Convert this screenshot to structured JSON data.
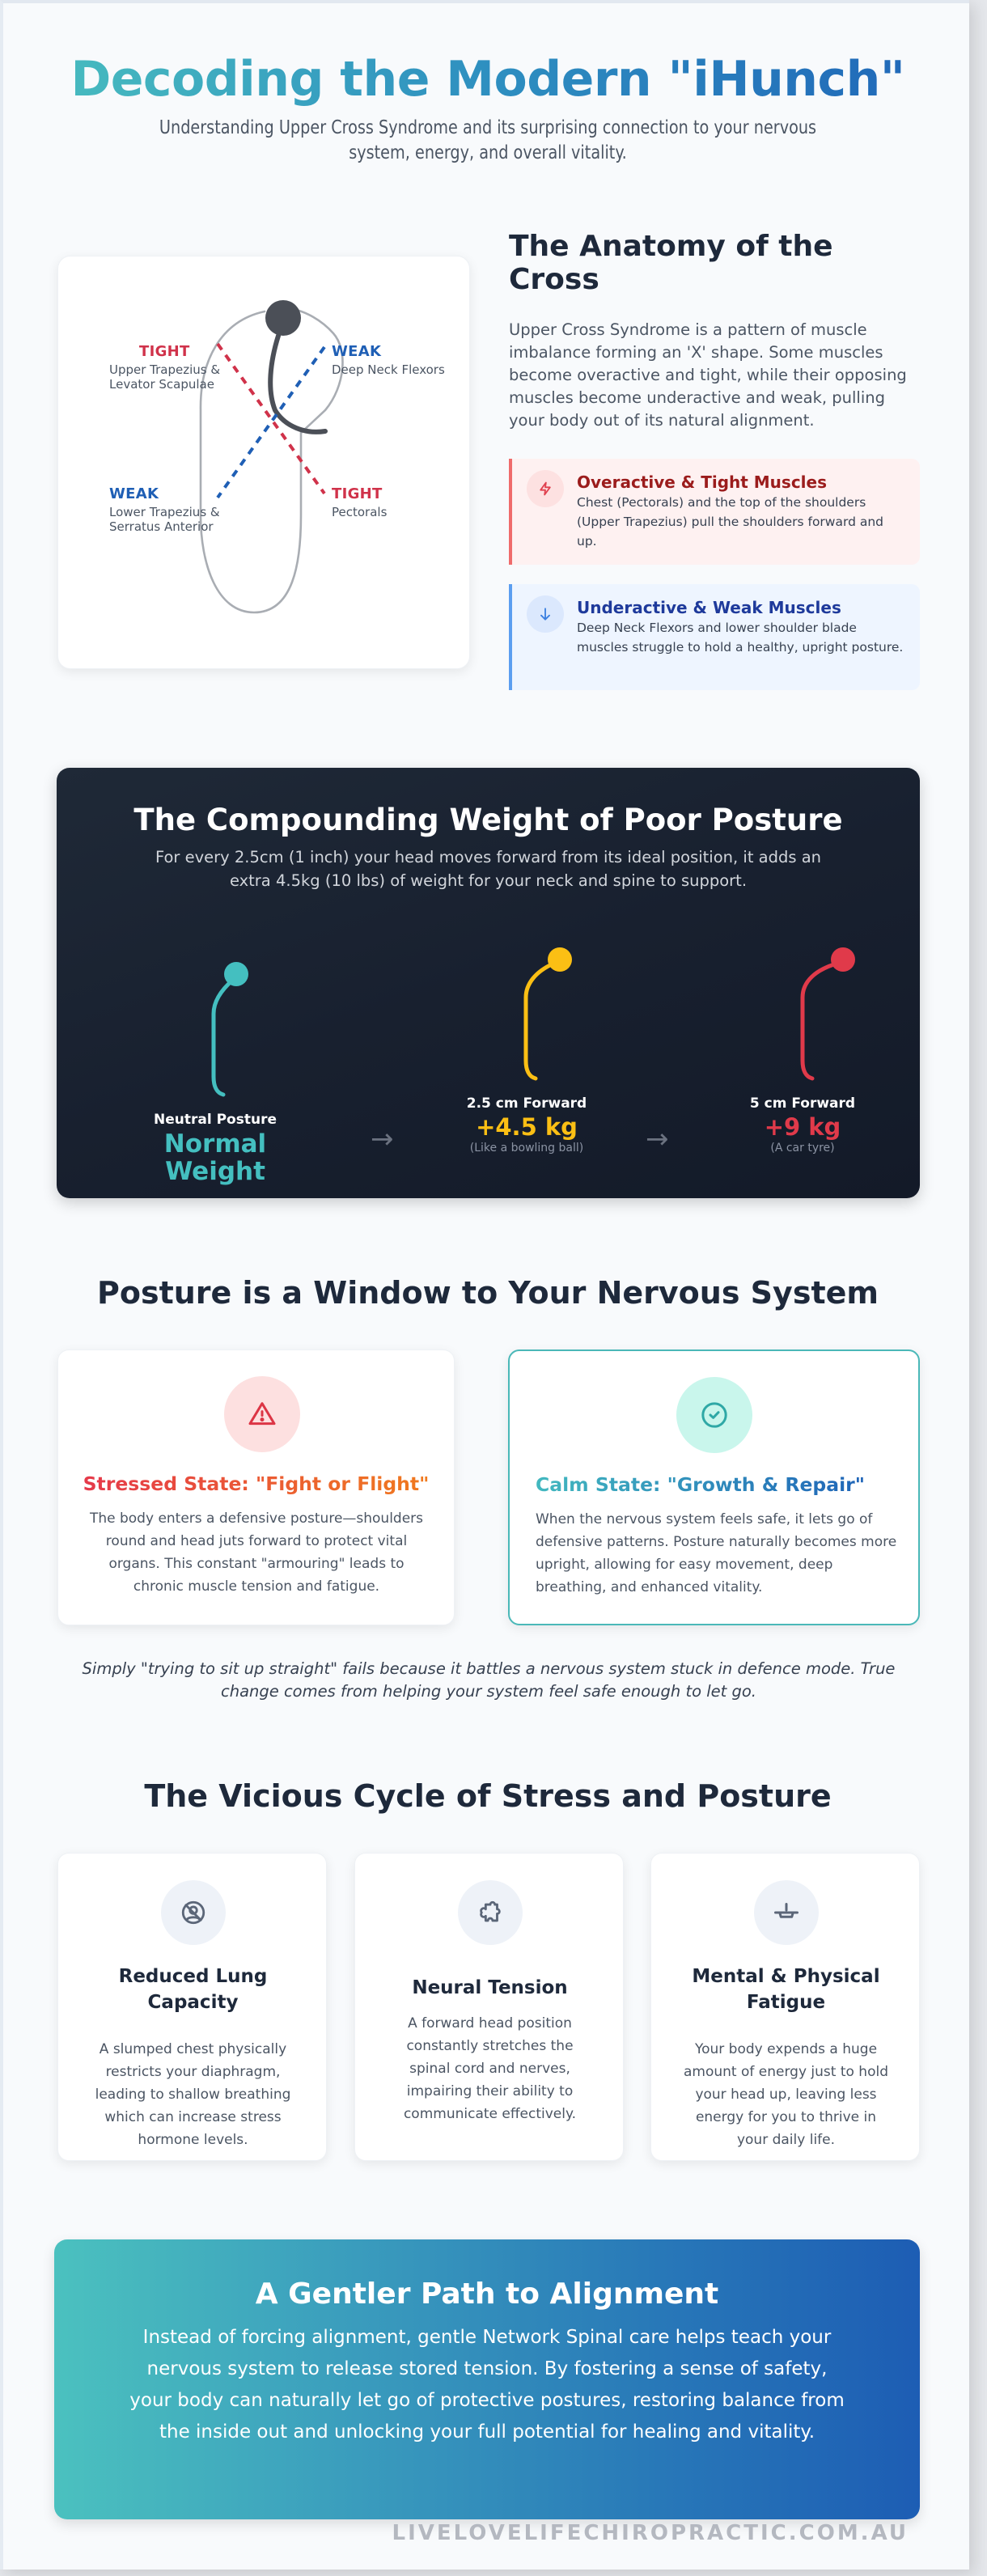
{
  "header": {
    "title": "Decoding the Modern \"iHunch\"",
    "subtitle": "Understanding Upper Cross Syndrome and its surprising connection to your nervous system, energy, and overall vitality."
  },
  "anatomy": {
    "diagram": {
      "labels": [
        {
          "status": "TIGHT",
          "muscle_line1": "Upper Trapezius &",
          "muscle_line2": "Levator Scapulae"
        },
        {
          "status": "WEAK",
          "muscle_line1": "Deep Neck Flexors",
          "muscle_line2": ""
        },
        {
          "status": "WEAK",
          "muscle_line1": "Lower Trapezius &",
          "muscle_line2": "Serratus Anterior"
        },
        {
          "status": "TIGHT",
          "muscle_line1": "Pectorals",
          "muscle_line2": ""
        }
      ],
      "colors": {
        "tight": "#d0324a",
        "weak": "#1f5fb5",
        "body_outline": "#a9adb3",
        "spine": "#4b4f57"
      }
    },
    "title": "The Anatomy of the Cross",
    "description": "Upper Cross Syndrome is a pattern of muscle imbalance forming an 'X' shape. Some muscles become overactive and tight, while their opposing muscles become underactive and weak, pulling your body out of its natural alignment.",
    "callouts": [
      {
        "icon": "lightning-icon",
        "title": "Overactive & Tight Muscles",
        "text": "Chest (Pectorals) and the top of the shoulders (Upper Trapezius) pull the shoulders forward and up."
      },
      {
        "icon": "arrow-down-icon",
        "title": "Underactive & Weak Muscles",
        "text": "Deep Neck Flexors and lower shoulder blade muscles struggle to hold a healthy, upright posture."
      }
    ]
  },
  "weight": {
    "title": "The Compounding Weight of Poor Posture",
    "subtitle": "For every 2.5cm (1 inch) your head moves forward from its ideal position, it adds an extra 4.5kg (10 lbs) of weight for your neck and spine to support.",
    "stages": [
      {
        "label": "Neutral Posture",
        "value": "Normal Weight",
        "note": "",
        "color": "#44bfc0"
      },
      {
        "label": "2.5 cm Forward",
        "value": "+4.5 kg",
        "note": "(Like a bowling ball)",
        "color": "#fbbf14"
      },
      {
        "label": "5 cm Forward",
        "value": "+9 kg",
        "note": "(A car tyre)",
        "color": "#e03a4a"
      }
    ],
    "arrow_glyph": "→"
  },
  "nervous": {
    "title": "Posture is a Window to Your Nervous System",
    "cards": [
      {
        "icon": "warning-triangle-icon",
        "title": "Stressed State: \"Fight or Flight\"",
        "text": "The body enters a defensive posture—shoulders round and head juts forward to protect vital organs. This constant \"armouring\" leads to chronic muscle tension and fatigue."
      },
      {
        "icon": "check-circle-icon",
        "title": "Calm State: \"Growth & Repair\"",
        "text": "When the nervous system feels safe, it lets go of defensive patterns. Posture naturally becomes more upright, allowing for easy movement, deep breathing, and enhanced vitality."
      }
    ],
    "quote": "Simply \"trying to sit up straight\" fails because it battles a nervous system stuck in defence mode. True change comes from helping your system feel safe enough to let go."
  },
  "cycle": {
    "title": "The Vicious Cycle of Stress and Posture",
    "cards": [
      {
        "icon": "user-off-icon",
        "title": "Reduced Lung Capacity",
        "text": "A slumped chest physically restricts your diaphragm, leading to shallow breathing which can increase stress hormone levels."
      },
      {
        "icon": "puzzle-icon",
        "title": "Neural Tension",
        "text": "A forward head position constantly stretches the spinal cord and nerves, impairing their ability to communicate effectively."
      },
      {
        "icon": "battery-low-icon",
        "title": "Mental & Physical Fatigue",
        "text": "Your body expends a huge amount of energy just to hold your head up, leaving less energy for you to thrive in your daily life."
      }
    ]
  },
  "cta": {
    "title": "A Gentler Path to Alignment",
    "text": "Instead of forcing alignment, gentle Network Spinal care helps teach your nervous system to release stored tension. By fostering a sense of safety, your body can naturally let go of protective postures, restoring balance from the inside out and unlocking your full potential for healing and vitality."
  },
  "footer": {
    "url": "LIVELOVELIFECHIROPRACTIC.COM.AU"
  }
}
